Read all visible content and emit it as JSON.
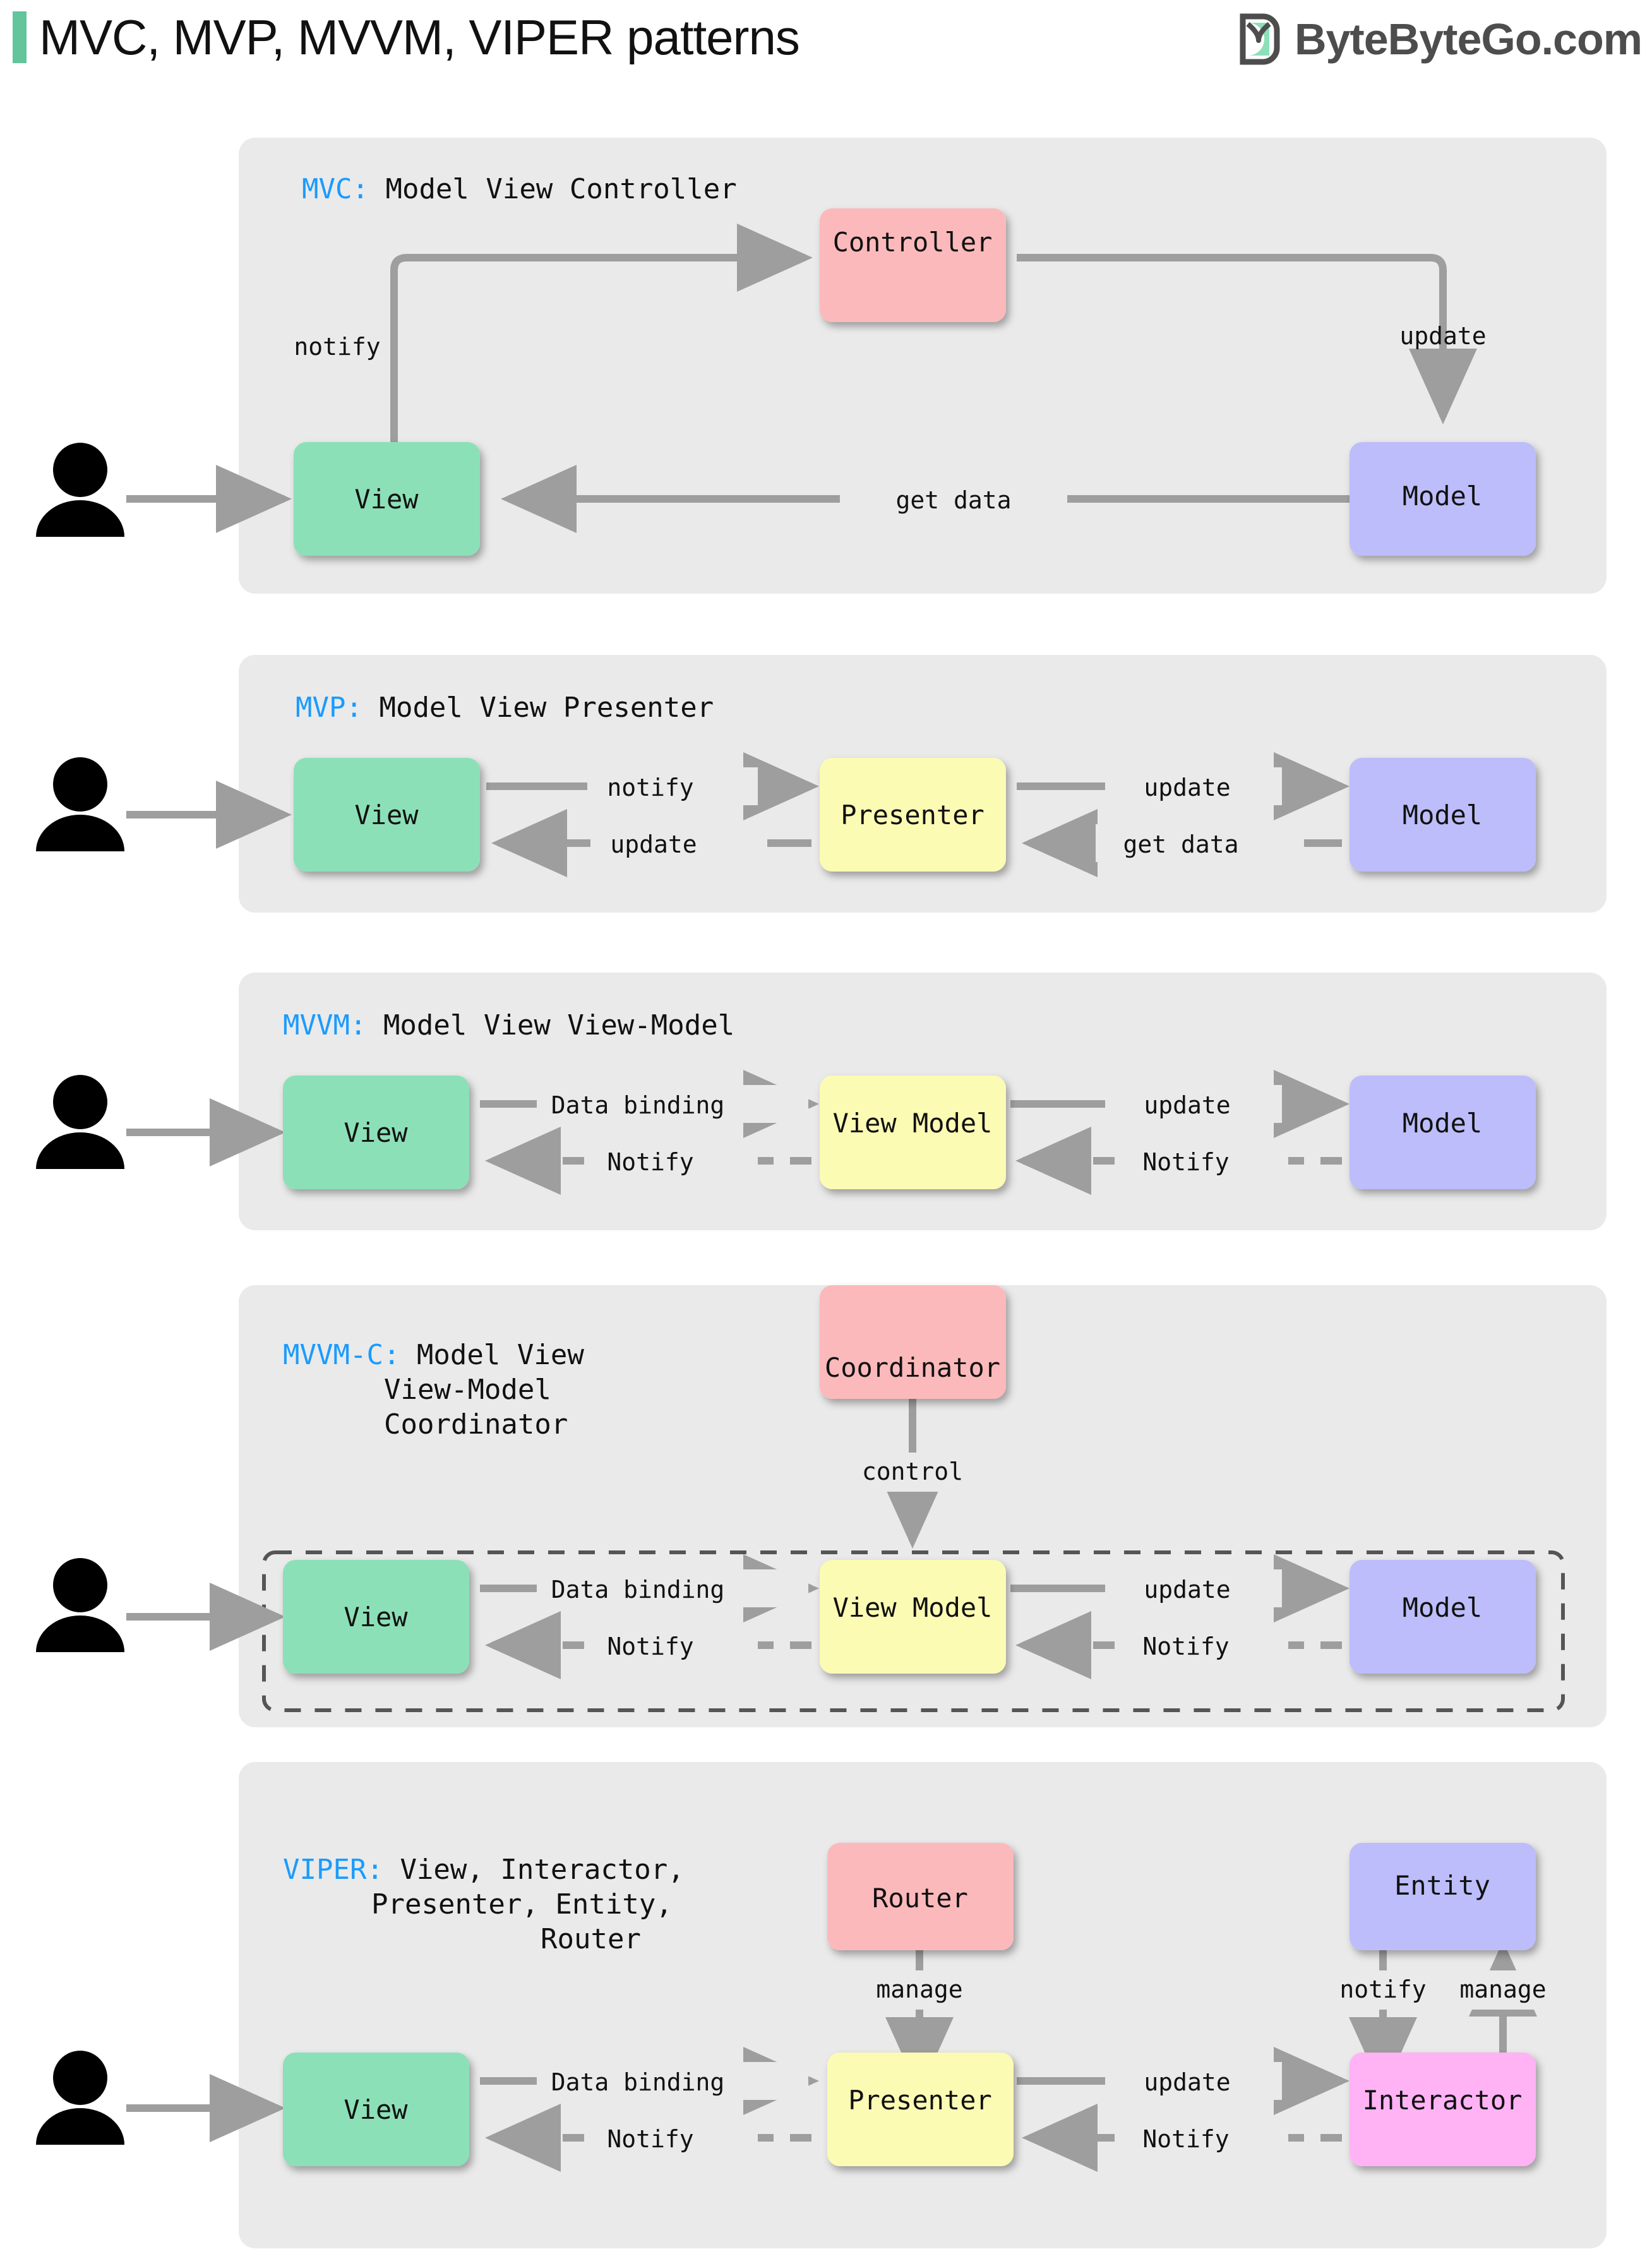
{
  "header": {
    "title": "MVC, MVP, MVVM, VIPER patterns",
    "accent_color": "#62c59c",
    "brand": "ByteByteGo.com",
    "brand_color": "#4d4d4d"
  },
  "palette": {
    "panel_bg": "#eaeaea",
    "view": "#8ce0b8",
    "model": "#bdbdfb",
    "controller": "#fcb9bb",
    "presenter": "#fbfbb4",
    "interactor": "#ffb3f5",
    "arrow": "#9e9e9e",
    "key_color": "#1a9bff",
    "dashed_border": "#555555"
  },
  "sections": [
    {
      "id": "mvc",
      "key": "MVC:",
      "title_lines": [
        "Model View Controller"
      ],
      "actor": "user-icon",
      "nodes": [
        {
          "name": "View",
          "type": "view"
        },
        {
          "name": "Controller",
          "type": "controller"
        },
        {
          "name": "Model",
          "type": "model"
        }
      ],
      "edges": [
        {
          "label": "",
          "from": "actor",
          "to": "View",
          "style": "solid"
        },
        {
          "label": "notify",
          "from": "View",
          "to": "Controller",
          "style": "solid"
        },
        {
          "label": "update",
          "from": "Controller",
          "to": "Model",
          "style": "solid"
        },
        {
          "label": "get data",
          "from": "Model",
          "to": "View",
          "style": "solid"
        }
      ]
    },
    {
      "id": "mvp",
      "key": "MVP:",
      "title_lines": [
        "Model View Presenter"
      ],
      "actor": "user-icon",
      "nodes": [
        {
          "name": "View",
          "type": "view"
        },
        {
          "name": "Presenter",
          "type": "presenter"
        },
        {
          "name": "Model",
          "type": "model"
        }
      ],
      "edges": [
        {
          "label": "",
          "from": "actor",
          "to": "View",
          "style": "solid"
        },
        {
          "label": "notify",
          "from": "View",
          "to": "Presenter",
          "style": "solid"
        },
        {
          "label": "update",
          "from": "Presenter",
          "to": "View",
          "style": "solid"
        },
        {
          "label": "update",
          "from": "Presenter",
          "to": "Model",
          "style": "solid"
        },
        {
          "label": "get data",
          "from": "Model",
          "to": "Presenter",
          "style": "solid"
        }
      ]
    },
    {
      "id": "mvvm",
      "key": "MVVM:",
      "title_lines": [
        "Model View View-Model"
      ],
      "actor": "user-icon",
      "nodes": [
        {
          "name": "View",
          "type": "view"
        },
        {
          "name": "View Model",
          "type": "presenter"
        },
        {
          "name": "Model",
          "type": "model"
        }
      ],
      "edges": [
        {
          "label": "",
          "from": "actor",
          "to": "View",
          "style": "solid"
        },
        {
          "label": "Data binding",
          "from": "View",
          "to": "View Model",
          "style": "solid"
        },
        {
          "label": "Notify",
          "from": "View Model",
          "to": "View",
          "style": "dashed"
        },
        {
          "label": "update",
          "from": "View Model",
          "to": "Model",
          "style": "solid"
        },
        {
          "label": "Notify",
          "from": "Model",
          "to": "View Model",
          "style": "dashed"
        }
      ]
    },
    {
      "id": "mvvmc",
      "key": "MVVM-C:",
      "title_lines": [
        "Model View",
        "View-Model",
        "Coordinator"
      ],
      "actor": "user-icon",
      "nodes": [
        {
          "name": "Coordinator",
          "type": "controller"
        },
        {
          "name": "View",
          "type": "view"
        },
        {
          "name": "View Model",
          "type": "presenter"
        },
        {
          "name": "Model",
          "type": "model"
        }
      ],
      "edges": [
        {
          "label": "",
          "from": "actor",
          "to": "View",
          "style": "solid"
        },
        {
          "label": "control",
          "from": "Coordinator",
          "to": "View Model",
          "style": "solid"
        },
        {
          "label": "Data binding",
          "from": "View",
          "to": "View Model",
          "style": "solid"
        },
        {
          "label": "Notify",
          "from": "View Model",
          "to": "View",
          "style": "dashed"
        },
        {
          "label": "update",
          "from": "View Model",
          "to": "Model",
          "style": "solid"
        },
        {
          "label": "Notify",
          "from": "Model",
          "to": "View Model",
          "style": "dashed"
        }
      ],
      "grouped": true
    },
    {
      "id": "viper",
      "key": "VIPER:",
      "title_lines": [
        "View, Interactor,",
        "Presenter, Entity,",
        "Router"
      ],
      "actor": "user-icon",
      "nodes": [
        {
          "name": "Router",
          "type": "controller"
        },
        {
          "name": "Entity",
          "type": "model"
        },
        {
          "name": "View",
          "type": "view"
        },
        {
          "name": "Presenter",
          "type": "presenter"
        },
        {
          "name": "Interactor",
          "type": "interactor"
        }
      ],
      "edges": [
        {
          "label": "",
          "from": "actor",
          "to": "View",
          "style": "solid"
        },
        {
          "label": "manage",
          "from": "Router",
          "to": "Presenter",
          "style": "solid"
        },
        {
          "label": "notify",
          "from": "Entity",
          "to": "Interactor",
          "style": "solid"
        },
        {
          "label": "manage",
          "from": "Interactor",
          "to": "Entity",
          "style": "solid"
        },
        {
          "label": "Data binding",
          "from": "View",
          "to": "Presenter",
          "style": "solid"
        },
        {
          "label": "Notify",
          "from": "Presenter",
          "to": "View",
          "style": "dashed"
        },
        {
          "label": "update",
          "from": "Presenter",
          "to": "Interactor",
          "style": "solid"
        },
        {
          "label": "Notify",
          "from": "Interactor",
          "to": "Presenter",
          "style": "dashed"
        }
      ]
    }
  ]
}
